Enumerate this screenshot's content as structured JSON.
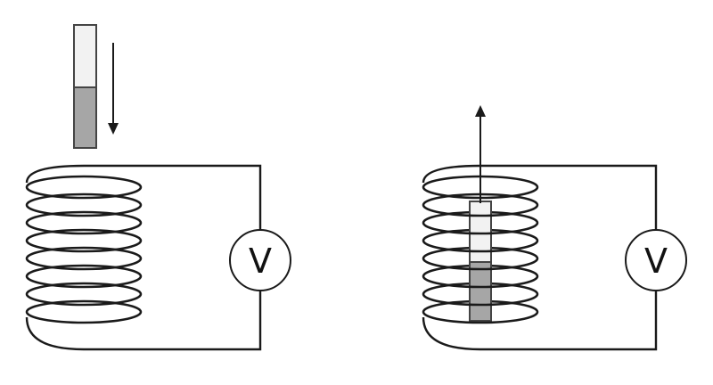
{
  "panels": [
    {
      "id": "left",
      "magnet_motion": "down",
      "meter": {
        "label": "V"
      }
    },
    {
      "id": "right",
      "magnet_motion": "up",
      "meter": {
        "label": "V"
      }
    }
  ],
  "colors": {
    "wire": "#1a1a1a",
    "magnet_light": "#f2f2f2",
    "magnet_dark": "#a6a6a6",
    "magnet_outline": "#444444",
    "background": "#ffffff"
  }
}
